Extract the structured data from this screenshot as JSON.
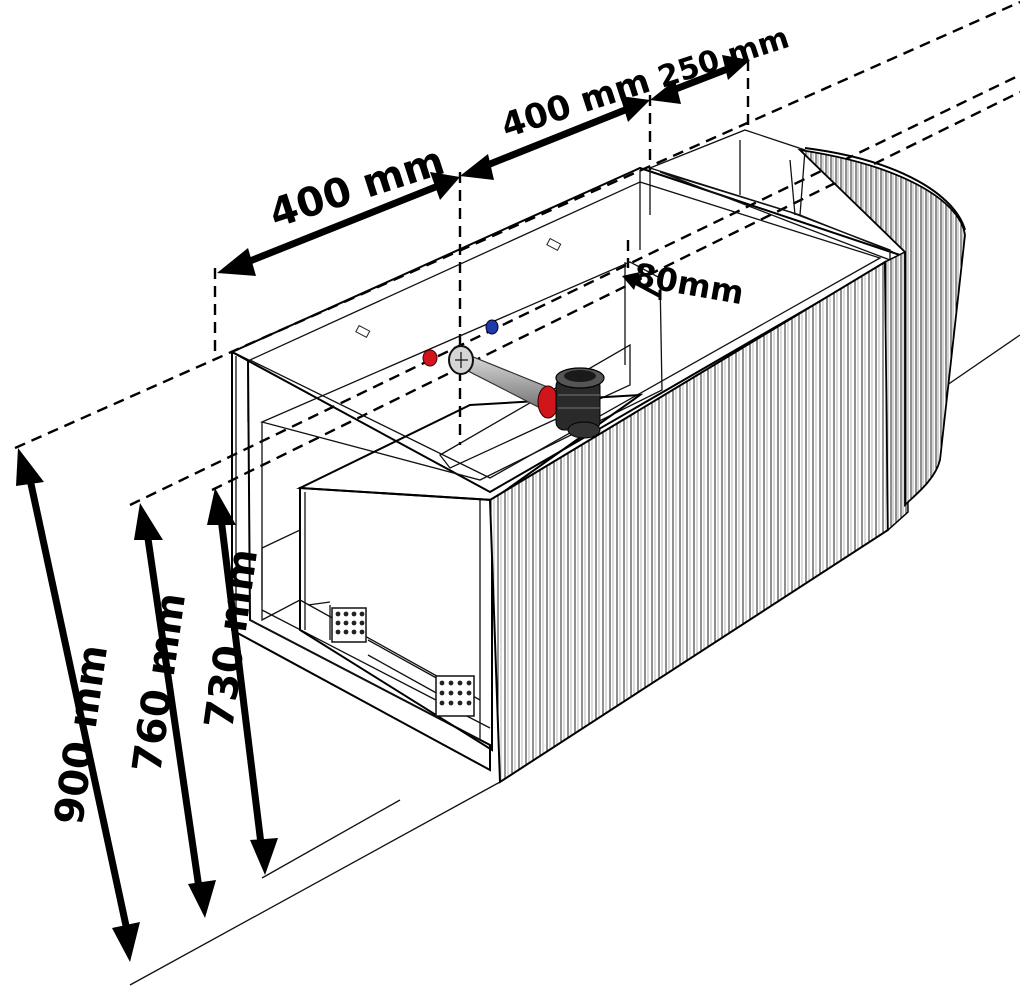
{
  "dimensions": {
    "height_total": "900 mm",
    "height_basin": "760 mm",
    "height_cabinet": "730 mm",
    "width_left": "400 mm",
    "width_middle": "400 mm",
    "width_right": "250 mm",
    "depth_offset": "80mm"
  },
  "colors": {
    "hot_connector": "#d0161b",
    "cold_connector": "#1e3aa8",
    "siphon_body": "#2a2a2a",
    "pipe": "#bcbcbc"
  },
  "icons": {
    "hot_water": "red-connector-icon",
    "cold_water": "blue-connector-icon",
    "siphon": "siphon-icon"
  }
}
